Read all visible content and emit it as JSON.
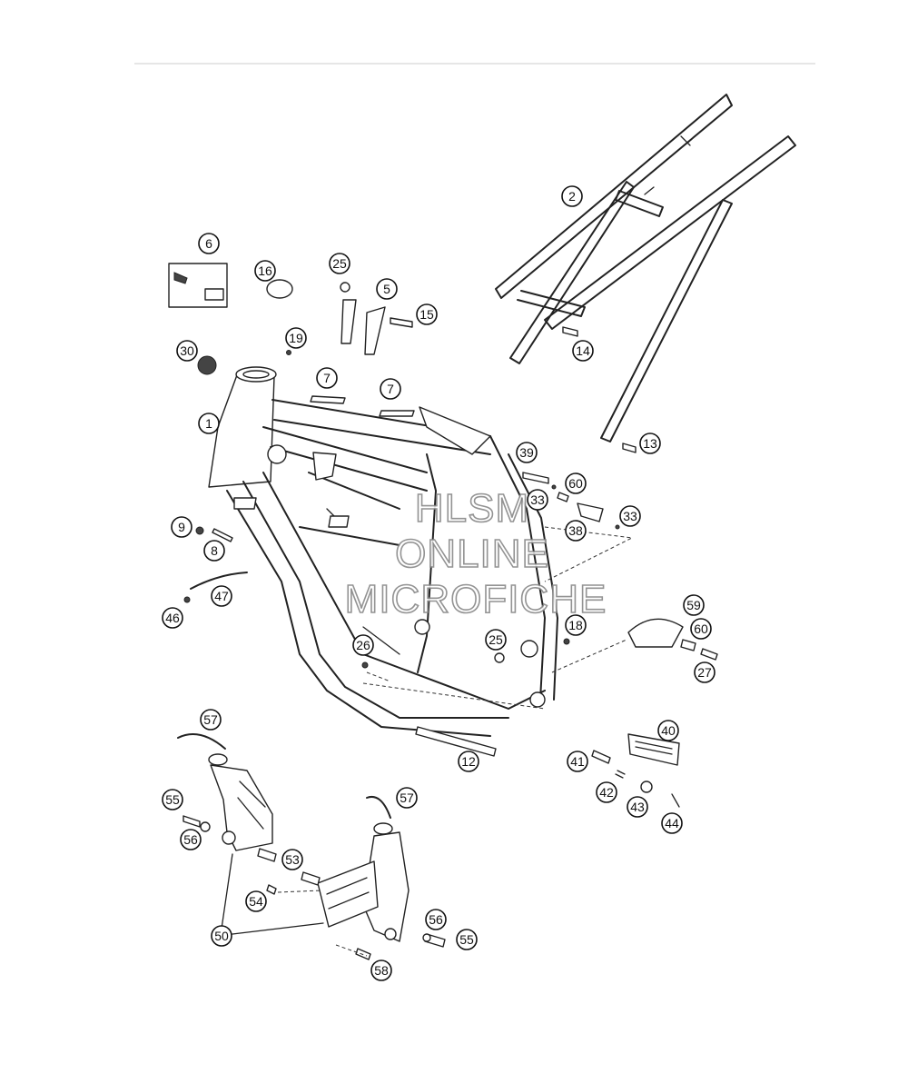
{
  "watermark": {
    "line1": "HLSM",
    "line2": "ONLINE",
    "line3": "MICROFICHE"
  },
  "callouts": {
    "c1": "1",
    "c2": "2",
    "c5": "5",
    "c6": "6",
    "c7a": "7",
    "c7b": "7",
    "c8": "8",
    "c9": "9",
    "c12": "12",
    "c13": "13",
    "c14": "14",
    "c15": "15",
    "c16": "16",
    "c18": "18",
    "c19": "19",
    "c25a": "25",
    "c25b": "25",
    "c26": "26",
    "c27": "27",
    "c30": "30",
    "c33a": "33",
    "c33b": "33",
    "c38": "38",
    "c39": "39",
    "c40": "40",
    "c41": "41",
    "c42": "42",
    "c43": "43",
    "c44": "44",
    "c46": "46",
    "c47": "47",
    "c50": "50",
    "c53": "53",
    "c54": "54",
    "c55a": "55",
    "c55b": "55",
    "c56a": "56",
    "c56b": "56",
    "c57a": "57",
    "c57b": "57",
    "c58": "58",
    "c59": "59",
    "c60a": "60",
    "c60b": "60"
  }
}
